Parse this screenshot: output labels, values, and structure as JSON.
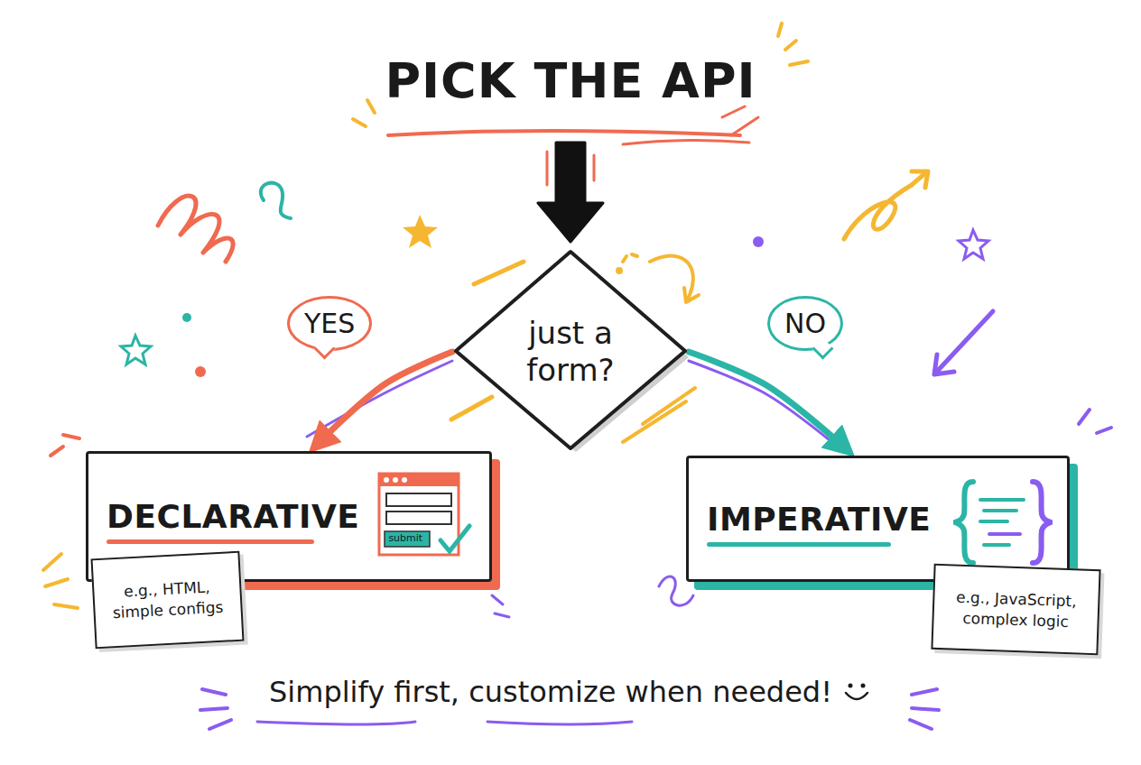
{
  "diagram": {
    "title": "PICK THE API",
    "caption": "Simplify first, customize when needed!",
    "nodes": [
      {
        "text": [
          "just a form?"
        ]
      },
      {
        "text": [
          "DECLARATIVE"
        ]
      },
      {
        "text": [
          "e.g., HTML, simple configs"
        ],
        "in": 1
      },
      {
        "text": [
          "IMPERATIVE"
        ]
      },
      {
        "text": [
          "e.g., JavaScript, complex logic"
        ],
        "in": 3
      }
    ],
    "edges": [
      {
        "from": 0,
        "to": 1,
        "label": "YES",
        "arrow": "to"
      },
      {
        "from": 0,
        "to": 3,
        "label": "NO",
        "arrow": "to"
      }
    ],
    "labels": [
      "submit"
    ]
  }
}
